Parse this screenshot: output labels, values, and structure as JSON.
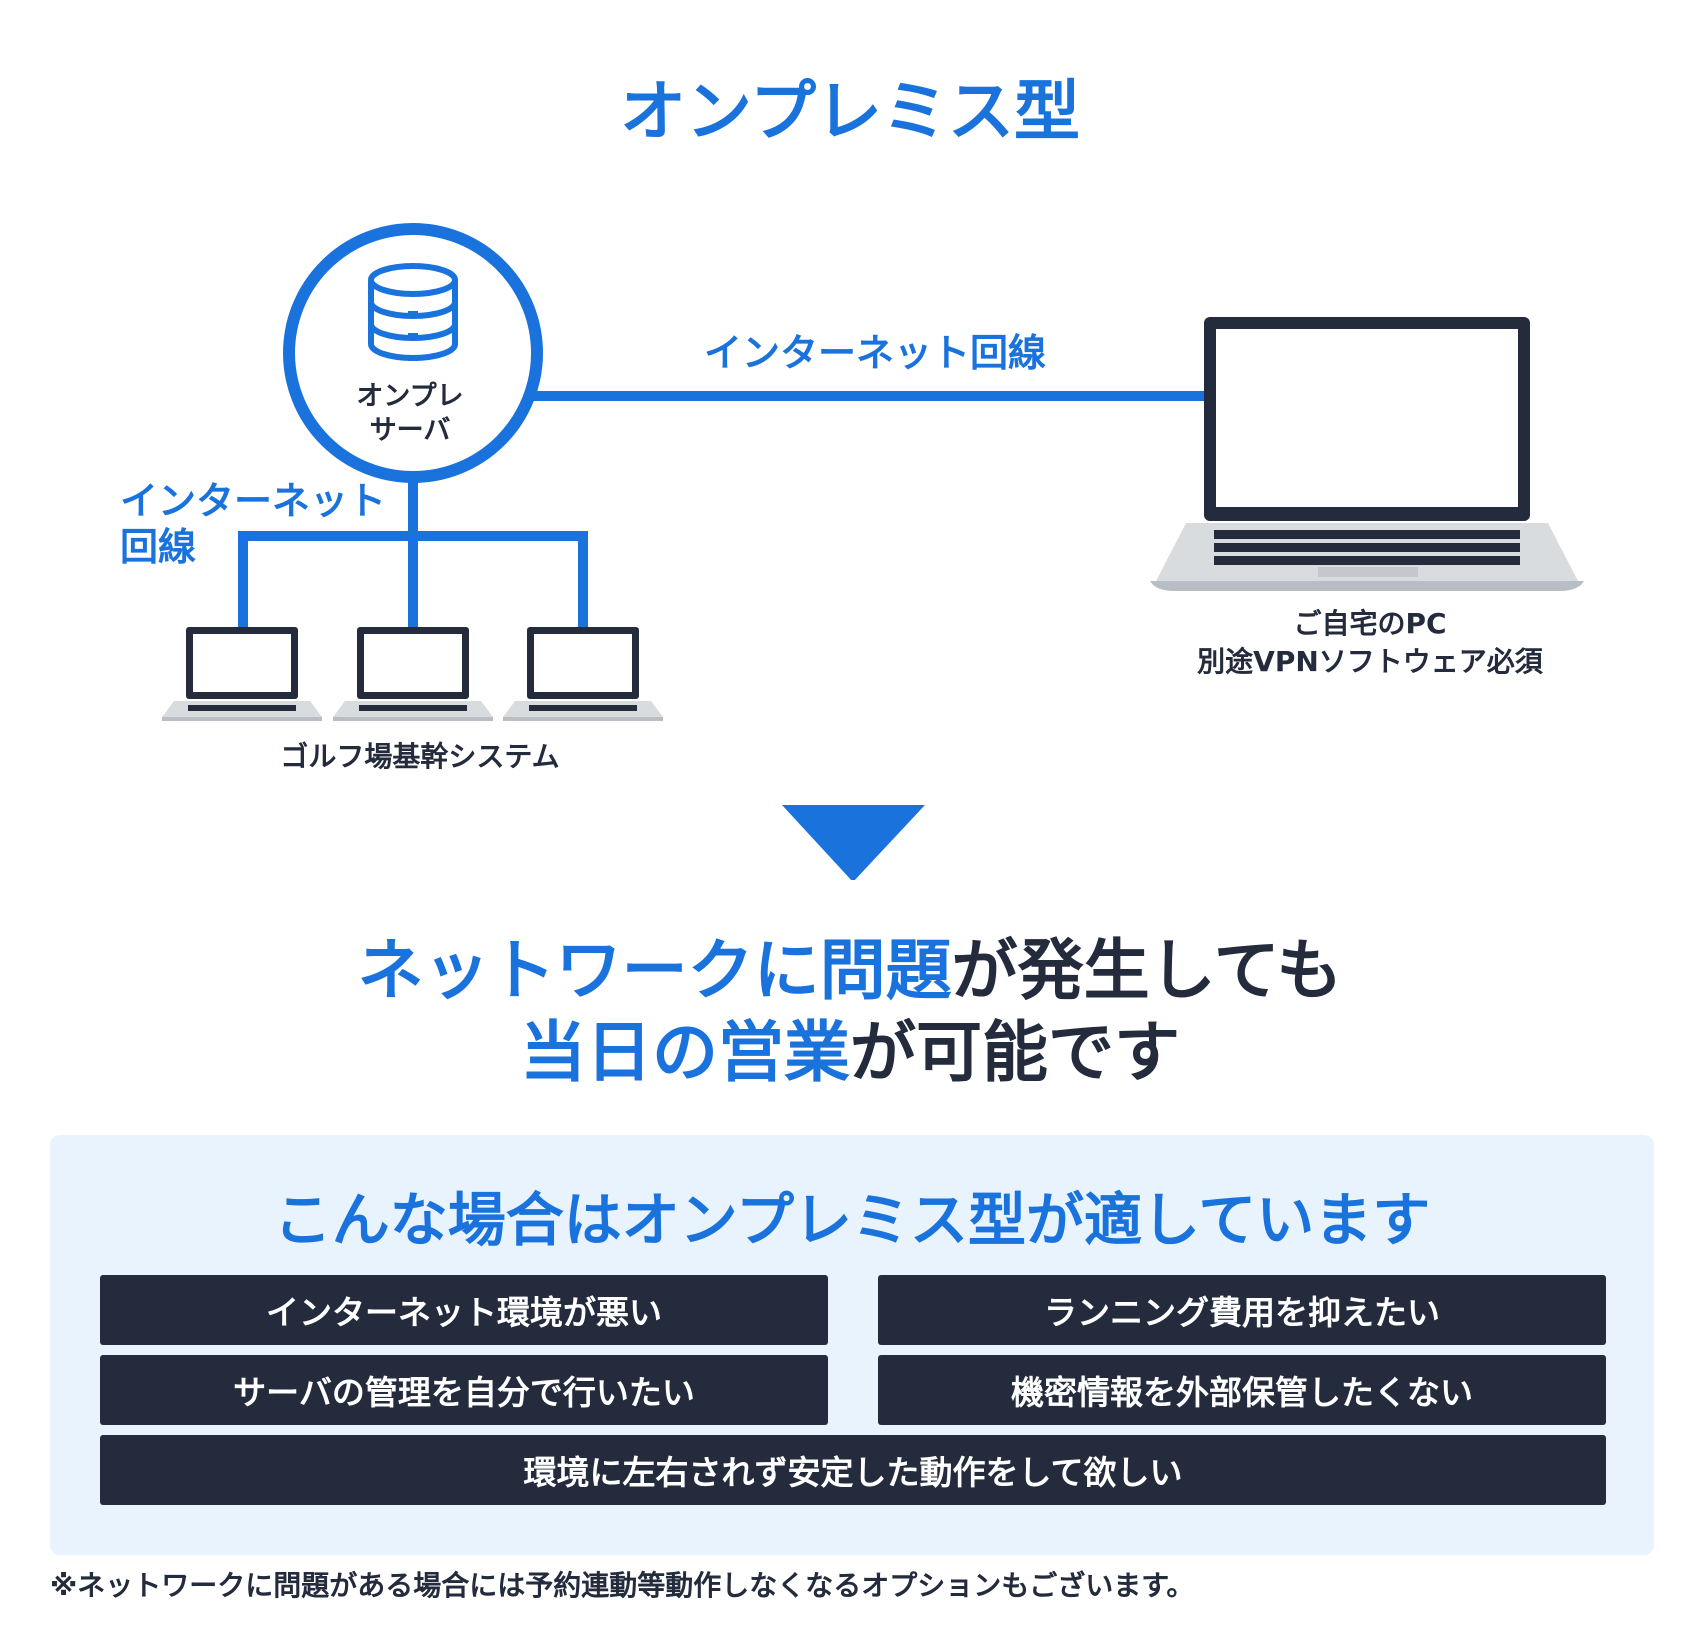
{
  "title": "オンプレミス型",
  "diagram": {
    "server_label": "オンプレ\nサーバ",
    "internet_line_top": "インターネット回線",
    "internet_line_left": "インターネット\n回線",
    "client_caption": "ゴルフ場基幹システム",
    "home_pc_caption": "ご自宅のPC\n別途VPNソフトウェア必須",
    "colors": {
      "accent": "#1a72dd",
      "dark": "#232b3c",
      "panel_bg": "#e8f3fd"
    },
    "icons": [
      "database-icon",
      "laptop-icon",
      "down-arrow-icon"
    ]
  },
  "headline": {
    "line1_blue": "ネットワークに問題",
    "line1_dark": "が発生しても",
    "line2_blue": "当日の営業",
    "line2_dark": "が可能です"
  },
  "panel": {
    "title": "こんな場合はオンプレミス型が適しています",
    "items": [
      "インターネット環境が悪い",
      "ランニング費用を抑えたい",
      "サーバの管理を自分で行いたい",
      "機密情報を外部保管したくない",
      "環境に左右されず安定した動作をして欲しい"
    ]
  },
  "footnote": "※ネットワークに問題がある場合には予約連動等動作しなくなるオプションもございます。"
}
